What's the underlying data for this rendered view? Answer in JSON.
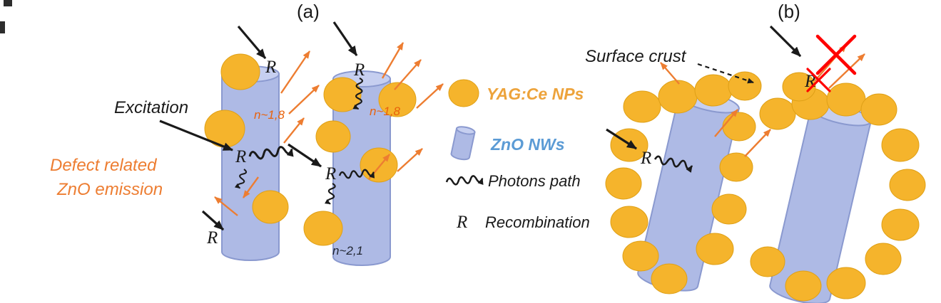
{
  "panel_a": {
    "label": "(a)",
    "excitation_label": "Excitation",
    "defect_emission_line1": "Defect related",
    "defect_emission_line2": "ZnO emission",
    "recombination_marks": [
      "R",
      "R",
      "R",
      "R",
      "R"
    ],
    "refractive_index_labels": {
      "nanowire1_top": "n~1,8",
      "nanowire2_top": "n~1,8",
      "nanowire2_bottom": "n~2,1"
    }
  },
  "legend": {
    "yag_nps_label": "YAG:Ce NPs",
    "zno_nws_label": "ZnO NWs",
    "photons_path_label": "Photons path",
    "recombination_symbol": "R",
    "recombination_label": "Recombination"
  },
  "panel_b": {
    "label": "(b)",
    "surface_crust_label": "Surface crust",
    "recombination_marks": [
      "R",
      "R"
    ]
  },
  "colors": {
    "ink": "#1A1A1A",
    "emission": "#ED7D31",
    "np_yellow": "#F5B42C",
    "np_yellow_dark": "#DFA017",
    "nw_blue": "#AEBAE5",
    "nw_blue_top": "#C6CFF0",
    "nw_stroke": "#8A99CF",
    "n_orange": "#E8620C",
    "yag_text": "#EDA33B",
    "zno_text": "#5B9BD5",
    "red_x": "#FF0000"
  }
}
